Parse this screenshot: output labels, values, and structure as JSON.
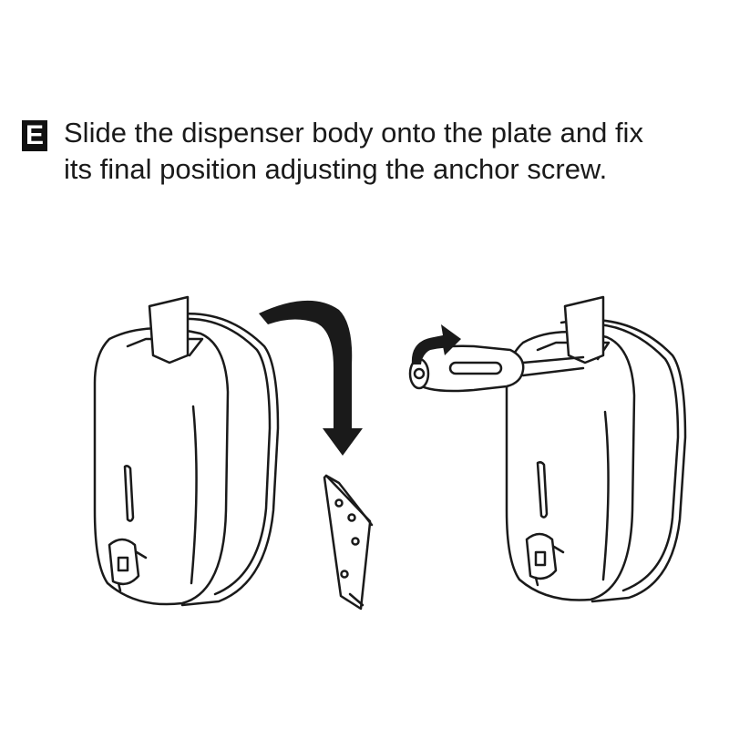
{
  "step": {
    "letter": "E",
    "line_1": "Slide the dispenser body onto the plate and fix",
    "line_2": "its final position adjusting the anchor screw."
  },
  "illustration": {
    "panels": [
      "dispenser-sliding-onto-plate",
      "mounting-plate",
      "dispenser-with-screwdriver"
    ],
    "stroke_color": "#1a1a1a",
    "fill_color": "#ffffff"
  }
}
